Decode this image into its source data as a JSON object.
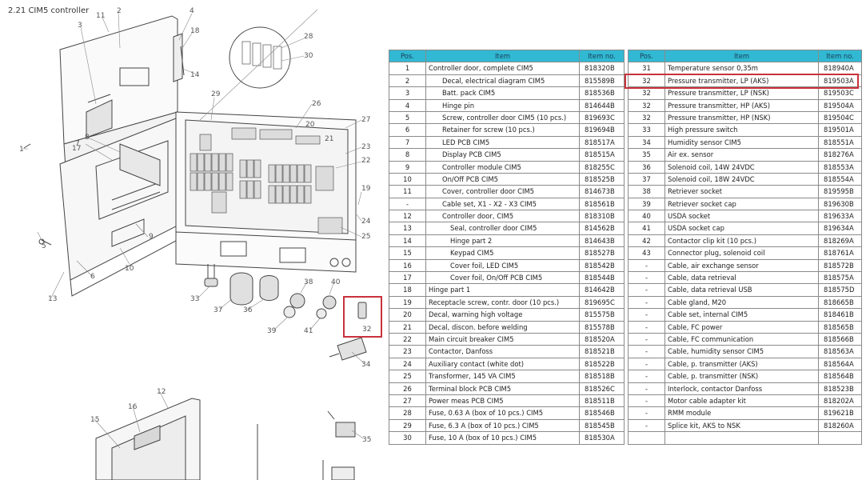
{
  "page_heading": "2.21 CIM5 controller",
  "highlight_color": "#c8323c",
  "header_color": "#31b9d3",
  "table_headers": {
    "pos": "Pos.",
    "item": "Item",
    "item_no": "Item no."
  },
  "table_left": [
    {
      "pos": "1",
      "item": "Controller door, complete CIM5",
      "no": "818320B",
      "indent": 0
    },
    {
      "pos": "2",
      "item": "Decal, electrical diagram CIM5",
      "no": "815589B",
      "indent": 1
    },
    {
      "pos": "3",
      "item": "Batt. pack CIM5",
      "no": "818536B",
      "indent": 1
    },
    {
      "pos": "4",
      "item": "Hinge pin",
      "no": "814644B",
      "indent": 1
    },
    {
      "pos": "5",
      "item": "Screw, controller door CIM5 (10 pcs.)",
      "no": "819693C",
      "indent": 1
    },
    {
      "pos": "6",
      "item": "Retainer for screw (10 pcs.)",
      "no": "819694B",
      "indent": 1
    },
    {
      "pos": "7",
      "item": "LED PCB CIM5",
      "no": "818517A",
      "indent": 1
    },
    {
      "pos": "8",
      "item": "Display PCB CIM5",
      "no": "818515A",
      "indent": 1
    },
    {
      "pos": "9",
      "item": "Controller module CIM5",
      "no": "818255C",
      "indent": 1
    },
    {
      "pos": "10",
      "item": "On/Off PCB CIM5",
      "no": "818525B",
      "indent": 1
    },
    {
      "pos": "11",
      "item": "Cover, controller door CIM5",
      "no": "814673B",
      "indent": 1
    },
    {
      "pos": "-",
      "item": "Cable set, X1 - X2 - X3 CIM5",
      "no": "818561B",
      "indent": 1
    },
    {
      "pos": "12",
      "item": "Controller door, CIM5",
      "no": "818310B",
      "indent": 1
    },
    {
      "pos": "13",
      "item": "Seal, controller door CIM5",
      "no": "814562B",
      "indent": 2
    },
    {
      "pos": "14",
      "item": "Hinge part 2",
      "no": "814643B",
      "indent": 2
    },
    {
      "pos": "15",
      "item": "Keypad CIM5",
      "no": "818527B",
      "indent": 2
    },
    {
      "pos": "16",
      "item": "Cover foil, LED CIM5",
      "no": "818542B",
      "indent": 2
    },
    {
      "pos": "17",
      "item": "Cover foil, On/Off PCB CIM5",
      "no": "818544B",
      "indent": 2
    },
    {
      "pos": "18",
      "item": "Hinge part 1",
      "no": "814642B",
      "indent": 0
    },
    {
      "pos": "19",
      "item": "Receptacle screw, contr. door (10 pcs.)",
      "no": "819695C",
      "indent": 0
    },
    {
      "pos": "20",
      "item": "Decal, warning high voltage",
      "no": "815575B",
      "indent": 0
    },
    {
      "pos": "21",
      "item": "Decal, discon. before welding",
      "no": "815578B",
      "indent": 0
    },
    {
      "pos": "22",
      "item": "Main circuit breaker CIM5",
      "no": "818520A",
      "indent": 0
    },
    {
      "pos": "23",
      "item": "Contactor, Danfoss",
      "no": "818521B",
      "indent": 0
    },
    {
      "pos": "24",
      "item": "Auxiliary contact (white dot)",
      "no": "818522B",
      "indent": 0
    },
    {
      "pos": "25",
      "item": "Transformer, 145 VA CIM5",
      "no": "818518B",
      "indent": 0
    },
    {
      "pos": "26",
      "item": "Terminal block PCB CIM5",
      "no": "818526C",
      "indent": 0
    },
    {
      "pos": "27",
      "item": "Power meas PCB CIM5",
      "no": "818511B",
      "indent": 0
    },
    {
      "pos": "28",
      "item": "Fuse, 0.63 A (box of 10 pcs.) CIM5",
      "no": "818546B",
      "indent": 0
    },
    {
      "pos": "29",
      "item": "Fuse, 6.3 A (box of 10 pcs.) CIM5",
      "no": "818545B",
      "indent": 0
    },
    {
      "pos": "30",
      "item": "Fuse, 10 A (box of 10 pcs.) CIM5",
      "no": "818530A",
      "indent": 0
    }
  ],
  "table_right": [
    {
      "pos": "31",
      "item": "Temperature sensor 0,35m",
      "no": "818940A"
    },
    {
      "pos": "32",
      "item": "Pressure transmitter, LP (AKS)",
      "no": "819503A"
    },
    {
      "pos": "32",
      "item": "Pressure transmitter, LP (NSK)",
      "no": "819503C"
    },
    {
      "pos": "32",
      "item": "Pressure transmitter, HP (AKS)",
      "no": "819504A"
    },
    {
      "pos": "32",
      "item": "Pressure transmitter, HP (NSK)",
      "no": "819504C"
    },
    {
      "pos": "33",
      "item": "High pressure switch",
      "no": "819501A"
    },
    {
      "pos": "34",
      "item": "Humidity sensor CIM5",
      "no": "818551A"
    },
    {
      "pos": "35",
      "item": "Air ex. sensor",
      "no": "818276A"
    },
    {
      "pos": "36",
      "item": "Solenoid coil, 14W 24VDC",
      "no": "818553A"
    },
    {
      "pos": "37",
      "item": "Solenoid coil, 18W 24VDC",
      "no": "818554A"
    },
    {
      "pos": "38",
      "item": "Retriever socket",
      "no": "819595B"
    },
    {
      "pos": "39",
      "item": "Retriever socket cap",
      "no": "819630B"
    },
    {
      "pos": "40",
      "item": "USDA socket",
      "no": "819633A"
    },
    {
      "pos": "41",
      "item": "USDA socket cap",
      "no": "819634A"
    },
    {
      "pos": "42",
      "item": "Contactor clip kit (10 pcs.)",
      "no": "818269A"
    },
    {
      "pos": "43",
      "item": "Connector plug, solenoid coil",
      "no": "818761A"
    },
    {
      "pos": "-",
      "item": "Cable, air exchange sensor",
      "no": "818572B"
    },
    {
      "pos": "-",
      "item": "Cable, data retrieval",
      "no": "818575A"
    },
    {
      "pos": "-",
      "item": "Cable, data retrieval USB",
      "no": "818575D"
    },
    {
      "pos": "-",
      "item": "Cable gland, M20",
      "no": "818665B"
    },
    {
      "pos": "-",
      "item": "Cable set, internal CIM5",
      "no": "818461B"
    },
    {
      "pos": "-",
      "item": "Cable, FC power",
      "no": "818565B"
    },
    {
      "pos": "-",
      "item": "Cable, FC communication",
      "no": "818566B"
    },
    {
      "pos": "-",
      "item": "Cable, humidity sensor CIM5",
      "no": "818563A"
    },
    {
      "pos": "-",
      "item": "Cable, p. transmitter (AKS)",
      "no": "818564A"
    },
    {
      "pos": "-",
      "item": "Cable, p. transmitter (NSK)",
      "no": "818564B"
    },
    {
      "pos": "-",
      "item": "Interlock, contactor Danfoss",
      "no": "818523B"
    },
    {
      "pos": "-",
      "item": "Motor cable adapter kit",
      "no": "818202A"
    },
    {
      "pos": "-",
      "item": "RMM module",
      "no": "819621B"
    },
    {
      "pos": "-",
      "item": "Splice kit, AKS to NSK",
      "no": "818260A"
    },
    {
      "pos": "",
      "item": "",
      "no": ""
    }
  ],
  "callouts": [
    "1",
    "2",
    "3",
    "4",
    "5",
    "6",
    "7",
    "8",
    "9",
    "10",
    "11",
    "12",
    "13",
    "14",
    "15",
    "16",
    "17",
    "18",
    "19",
    "20",
    "21",
    "22",
    "23",
    "24",
    "25",
    "26",
    "27",
    "28",
    "29",
    "30",
    "32",
    "33",
    "34",
    "35",
    "36",
    "37",
    "38",
    "39",
    "40",
    "41"
  ]
}
